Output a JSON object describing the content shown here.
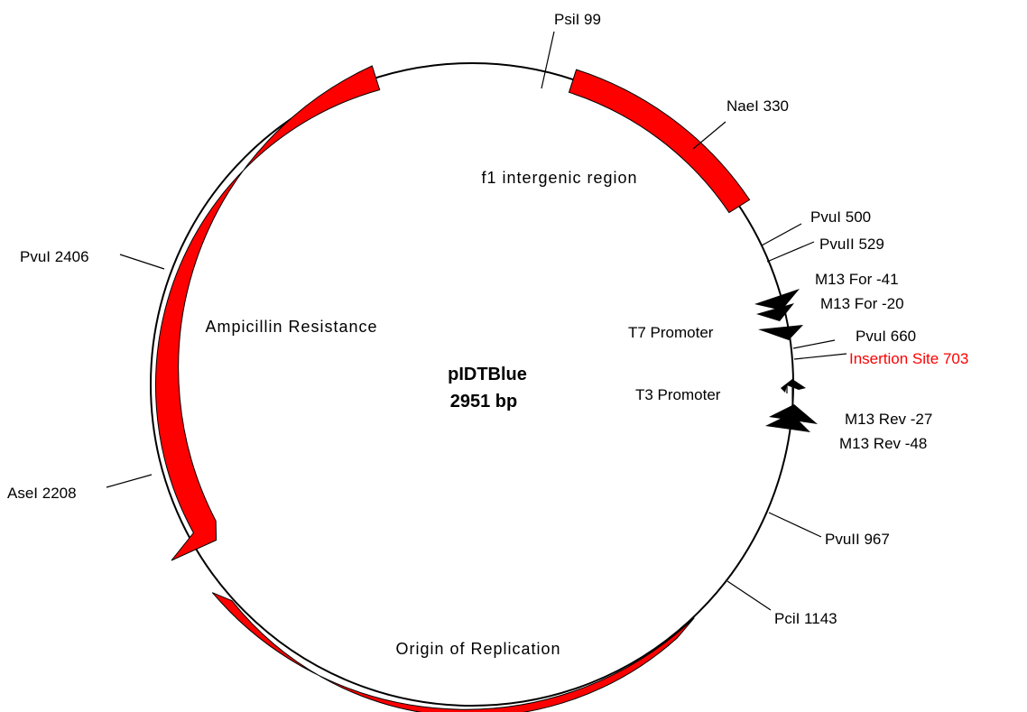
{
  "plasmid": {
    "name": "pIDTBlue",
    "size": "2951 bp"
  },
  "colors": {
    "feature": "#ff0000",
    "insertion": "#ff0000",
    "backbone": "#000000",
    "primer": "#000000"
  },
  "sites": {
    "psii": "PsiI 99",
    "naei": "NaeI 330",
    "pvui_500": "PvuI 500",
    "pvuii_529": "PvuII 529",
    "pvui_660": "PvuI 660",
    "insertion": "Insertion Site 703",
    "pvuii_967": "PvuII 967",
    "pcii": "PciI 1143",
    "asei": "AseI 2208",
    "pvui_2406": "PvuI 2406"
  },
  "features": {
    "f1": "f1 intergenic region",
    "amp": "Ampicillin Resistance",
    "ori": "Origin of Replication"
  },
  "primers": {
    "m13for41": "M13 For -41",
    "m13for20": "M13 For -20",
    "t7": "T7 Promoter",
    "t3": "T3 Promoter",
    "m13rev27": "M13 Rev -27",
    "m13rev48": "M13 Rev -48"
  }
}
